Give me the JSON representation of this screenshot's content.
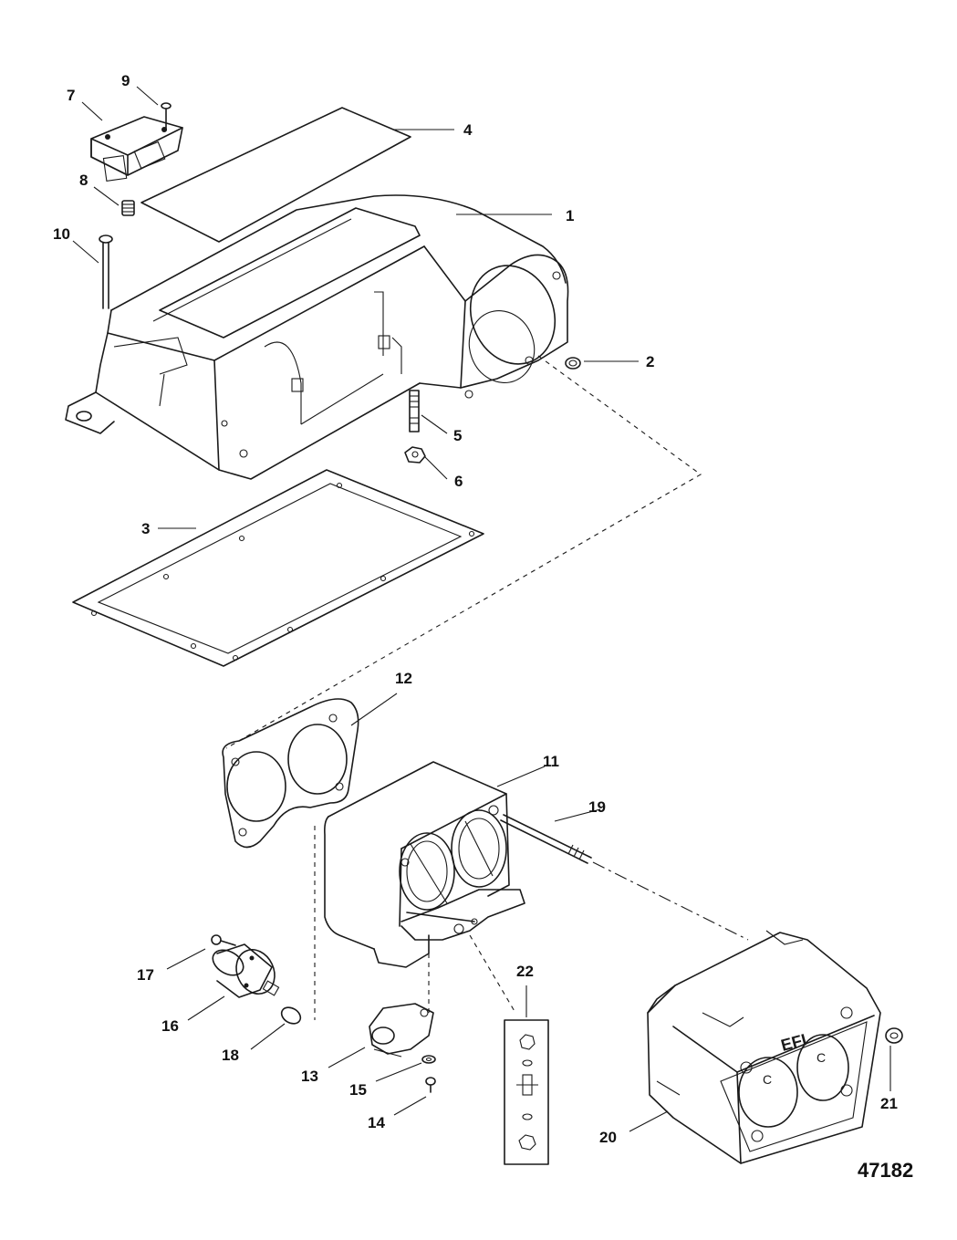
{
  "figure_number": "47182",
  "callouts": [
    {
      "id": "1",
      "label": "1"
    },
    {
      "id": "2",
      "label": "2"
    },
    {
      "id": "3",
      "label": "3"
    },
    {
      "id": "4",
      "label": "4"
    },
    {
      "id": "5",
      "label": "5"
    },
    {
      "id": "6",
      "label": "6"
    },
    {
      "id": "7",
      "label": "7"
    },
    {
      "id": "8",
      "label": "8"
    },
    {
      "id": "9",
      "label": "9"
    },
    {
      "id": "10",
      "label": "10"
    },
    {
      "id": "11",
      "label": "11"
    },
    {
      "id": "12",
      "label": "12"
    },
    {
      "id": "13",
      "label": "13"
    },
    {
      "id": "14",
      "label": "14"
    },
    {
      "id": "15",
      "label": "15"
    },
    {
      "id": "16",
      "label": "16"
    },
    {
      "id": "17",
      "label": "17"
    },
    {
      "id": "18",
      "label": "18"
    },
    {
      "id": "19",
      "label": "19"
    },
    {
      "id": "20",
      "label": "20"
    },
    {
      "id": "21",
      "label": "21"
    },
    {
      "id": "22",
      "label": "22"
    }
  ],
  "flame_arrestor_text": "EFI",
  "port_letter": "C"
}
